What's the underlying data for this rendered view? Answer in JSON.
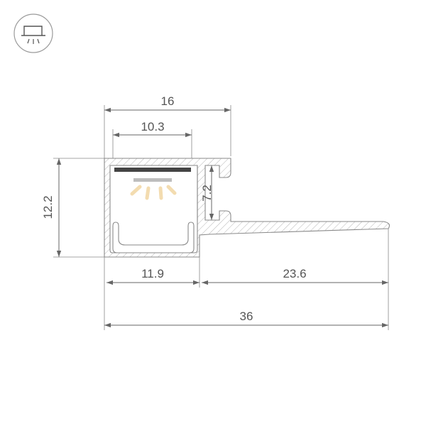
{
  "icon": {
    "name": "ceiling-light-icon"
  },
  "dimensions": {
    "overall_top_width": "16",
    "inner_channel_width": "10.3",
    "height": "12.2",
    "slot_height": "7.2",
    "base_channel_width": "11.9",
    "flange_width": "23.6",
    "total_width": "36"
  },
  "colors": {
    "stroke": "#8a8a8a",
    "dimension": "#666666",
    "led_strip": "#444444",
    "led_glow": "#f3dcb0",
    "led_chip": "#bdbdbd"
  }
}
